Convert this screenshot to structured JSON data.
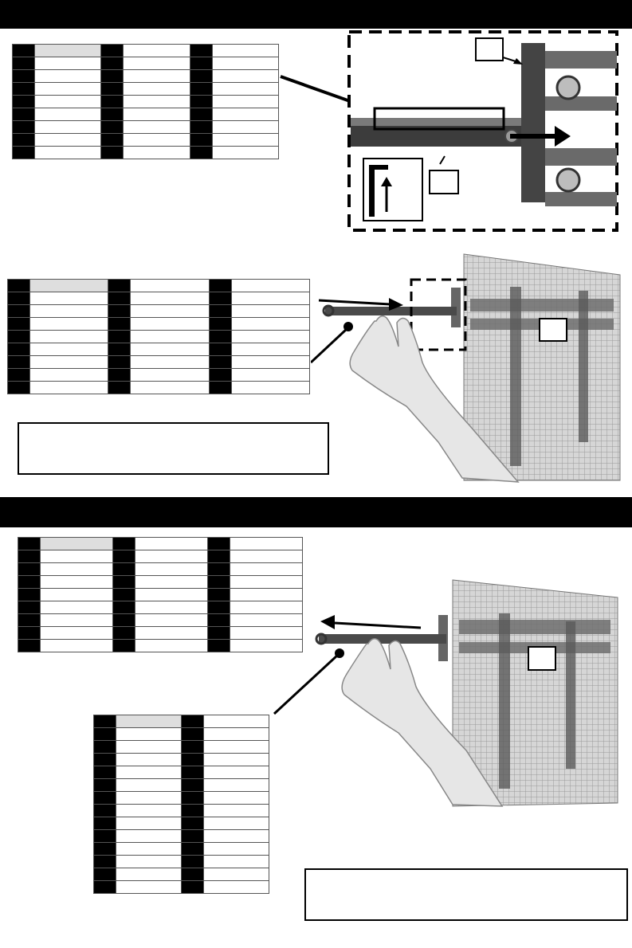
{
  "sections": [
    {
      "bar_color": "#000000"
    },
    {
      "bar_color": "#000000"
    }
  ],
  "tables": {
    "t1": {
      "rows": 9,
      "groups": 3
    },
    "t2": {
      "rows": 9,
      "groups": 3
    },
    "t3": {
      "rows": 9,
      "groups": 3
    },
    "t4": {
      "rows": 14,
      "groups": 2
    }
  },
  "notes": {
    "note1": "",
    "note2": ""
  },
  "photos": {
    "photo1": "bracket-detail-photo",
    "photo2": "mount-arm-insertion-photo",
    "photo3": "mount-arm-removal-photo"
  }
}
